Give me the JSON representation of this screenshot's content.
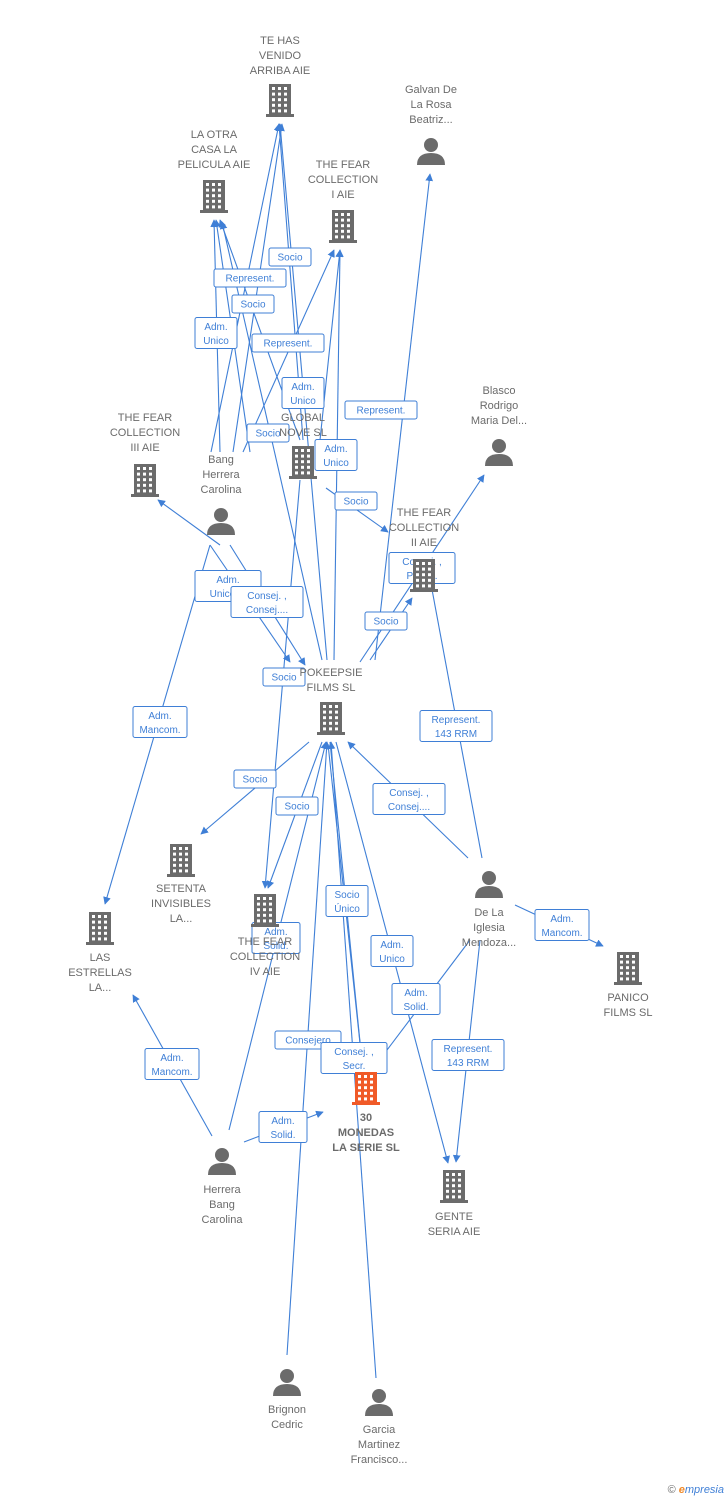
{
  "colors": {
    "edge": "#3f7fd6",
    "icon": "#6b6b6b",
    "focus": "#f05a28"
  },
  "nodes": [
    {
      "id": "tehas",
      "type": "company",
      "lines": [
        "TE HAS",
        "VENIDO",
        "ARRIBA AIE"
      ]
    },
    {
      "id": "galvan",
      "type": "person",
      "lines": [
        "Galvan De",
        "La Rosa",
        "Beatriz..."
      ]
    },
    {
      "id": "laotra",
      "type": "company",
      "lines": [
        "LA OTRA",
        "CASA LA",
        "PELICULA AIE"
      ]
    },
    {
      "id": "fear1",
      "type": "company",
      "lines": [
        "THE FEAR",
        "COLLECTION",
        "I AIE"
      ]
    },
    {
      "id": "blasco",
      "type": "person",
      "lines": [
        "Blasco",
        "Rodrigo",
        "Maria Del..."
      ]
    },
    {
      "id": "fear3",
      "type": "company",
      "lines": [
        "THE FEAR",
        "COLLECTION",
        "III AIE"
      ]
    },
    {
      "id": "bangh",
      "type": "person",
      "lines": [
        "Bang",
        "Herrera",
        "Carolina"
      ]
    },
    {
      "id": "global",
      "type": "company",
      "lines": [
        "GLOBAL",
        "NOVE SL"
      ]
    },
    {
      "id": "fear2",
      "type": "company",
      "lines": [
        "THE FEAR",
        "COLLECTION",
        "II AIE"
      ]
    },
    {
      "id": "pokeepsie",
      "type": "company",
      "lines": [
        "POKEEPSIE",
        "FILMS SL"
      ]
    },
    {
      "id": "setenta",
      "type": "company",
      "lines": [
        "SETENTA",
        "INVISIBLES",
        "LA..."
      ]
    },
    {
      "id": "estrellas",
      "type": "company",
      "lines": [
        "LAS",
        "ESTRELLAS",
        "LA..."
      ]
    },
    {
      "id": "fear4",
      "type": "company",
      "lines": [
        "THE FEAR",
        "COLLECTION",
        "IV AIE"
      ]
    },
    {
      "id": "delaiglesia",
      "type": "person",
      "lines": [
        "De La",
        "Iglesia",
        "Mendoza..."
      ]
    },
    {
      "id": "panico",
      "type": "company",
      "lines": [
        "PANICO",
        "FILMS SL"
      ]
    },
    {
      "id": "monedas",
      "type": "focus",
      "lines": [
        "30",
        "MONEDAS",
        "LA SERIE  SL"
      ]
    },
    {
      "id": "herrerab",
      "type": "person",
      "lines": [
        "Herrera",
        "Bang",
        "Carolina"
      ]
    },
    {
      "id": "gente",
      "type": "company",
      "lines": [
        "GENTE",
        "SERIA AIE"
      ]
    },
    {
      "id": "brignon",
      "type": "person",
      "lines": [
        "Brignon",
        "Cedric"
      ]
    },
    {
      "id": "garcia",
      "type": "person",
      "lines": [
        "Garcia",
        "Martinez",
        "Francisco..."
      ]
    }
  ],
  "edge_labels": [
    {
      "id": "l1",
      "lines": [
        "Socio"
      ]
    },
    {
      "id": "l2",
      "lines": [
        "Represent."
      ]
    },
    {
      "id": "l3",
      "lines": [
        "Socio"
      ]
    },
    {
      "id": "l4",
      "lines": [
        "Adm.",
        "Unico"
      ]
    },
    {
      "id": "l5",
      "lines": [
        "Represent."
      ]
    },
    {
      "id": "l6",
      "lines": [
        "Adm.",
        "Unico"
      ]
    },
    {
      "id": "l7",
      "lines": [
        "Represent."
      ]
    },
    {
      "id": "l8",
      "lines": [
        "Socio"
      ]
    },
    {
      "id": "l9",
      "lines": [
        "Adm.",
        "Unico"
      ]
    },
    {
      "id": "l10",
      "lines": [
        "Socio"
      ]
    },
    {
      "id": "l11",
      "lines": [
        "Consej. ,",
        "Presid."
      ]
    },
    {
      "id": "l12",
      "lines": [
        "Adm.",
        "Unico,..."
      ]
    },
    {
      "id": "l13",
      "lines": [
        "Consej. ,",
        "Consej...."
      ]
    },
    {
      "id": "l14",
      "lines": [
        "Socio"
      ]
    },
    {
      "id": "l15",
      "lines": [
        "Socio"
      ]
    },
    {
      "id": "l16",
      "lines": [
        "Adm.",
        "Mancom."
      ]
    },
    {
      "id": "l17",
      "lines": [
        "Represent.",
        "143 RRM"
      ]
    },
    {
      "id": "l18",
      "lines": [
        "Socio"
      ]
    },
    {
      "id": "l19",
      "lines": [
        "Consej. ,",
        "Consej...."
      ]
    },
    {
      "id": "l20",
      "lines": [
        "Socio"
      ]
    },
    {
      "id": "l21",
      "lines": [
        "Socio",
        "Único"
      ]
    },
    {
      "id": "l22",
      "lines": [
        "Adm.",
        "Solid."
      ]
    },
    {
      "id": "l23",
      "lines": [
        "Adm.",
        "Unico"
      ]
    },
    {
      "id": "l24",
      "lines": [
        "Adm.",
        "Mancom."
      ]
    },
    {
      "id": "l25",
      "lines": [
        "Adm.",
        "Solid."
      ]
    },
    {
      "id": "l26",
      "lines": [
        "Consejero"
      ]
    },
    {
      "id": "l27",
      "lines": [
        "Consej. ,",
        "Secr."
      ]
    },
    {
      "id": "l28",
      "lines": [
        "Represent.",
        "143 RRM"
      ]
    },
    {
      "id": "l29",
      "lines": [
        "Adm.",
        "Mancom."
      ]
    },
    {
      "id": "l30",
      "lines": [
        "Adm.",
        "Solid."
      ]
    }
  ],
  "brand": {
    "copyright": "©",
    "e": "e",
    "rest": "mpresia"
  }
}
